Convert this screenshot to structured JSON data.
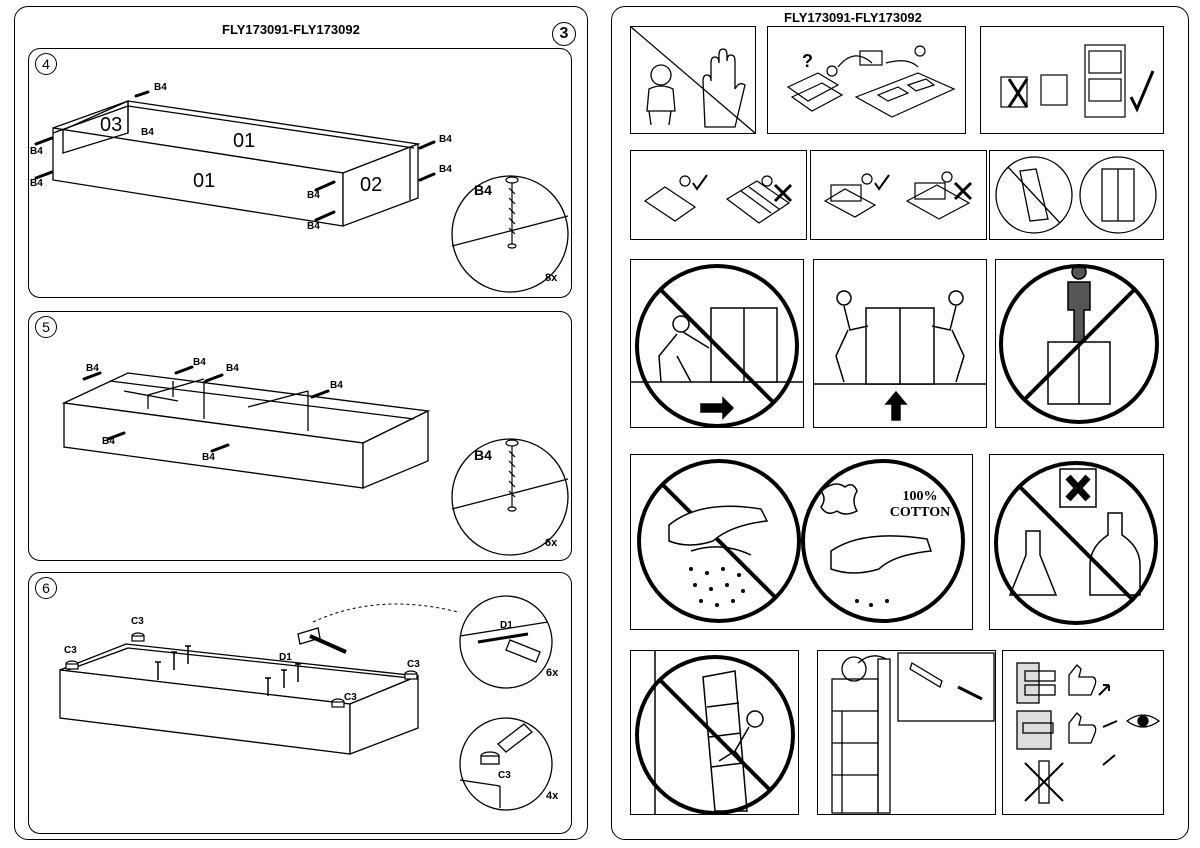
{
  "left_page": {
    "product_code": "FLY173091-FLY173092",
    "page_number": "3",
    "steps": [
      {
        "number": "4",
        "labels": {
          "b4": "B4",
          "panel_03": "03",
          "panel_01": "01",
          "panel_02": "02"
        },
        "part": "B4",
        "quantity": "8x"
      },
      {
        "number": "5",
        "labels": {
          "b4": "B4"
        },
        "part": "B4",
        "quantity": "6x"
      },
      {
        "number": "6",
        "labels": {
          "c3": "C3",
          "d1": "D1"
        },
        "detail_top": {
          "part": "D1",
          "quantity": "6x"
        },
        "detail_bottom": {
          "part": "C3",
          "quantity": "4x"
        }
      }
    ]
  },
  "right_page": {
    "product_code": "FLY173091-FLY173092",
    "pictograms": {
      "cotton_line1": "100%",
      "cotton_line2": "COTTON"
    }
  },
  "icons": [
    "screw-icon",
    "hammer-icon",
    "nail-icon",
    "glide-cap-icon",
    "prohibited-icon",
    "child-icon",
    "stop-hand-icon",
    "phone-icon",
    "smiley-icon",
    "sad-face-icon",
    "checkmark-icon",
    "cross-mark-icon",
    "arrow-icon",
    "person-icon",
    "wardrobe-icon",
    "leather-icon",
    "spray-icon",
    "hazard-symbol-icon",
    "flask-icon",
    "bottle-icon",
    "thumbs-up-icon",
    "eye-icon",
    "wall-anchor-icon",
    "bookcase-icon",
    "filing-cabinet-icon"
  ]
}
